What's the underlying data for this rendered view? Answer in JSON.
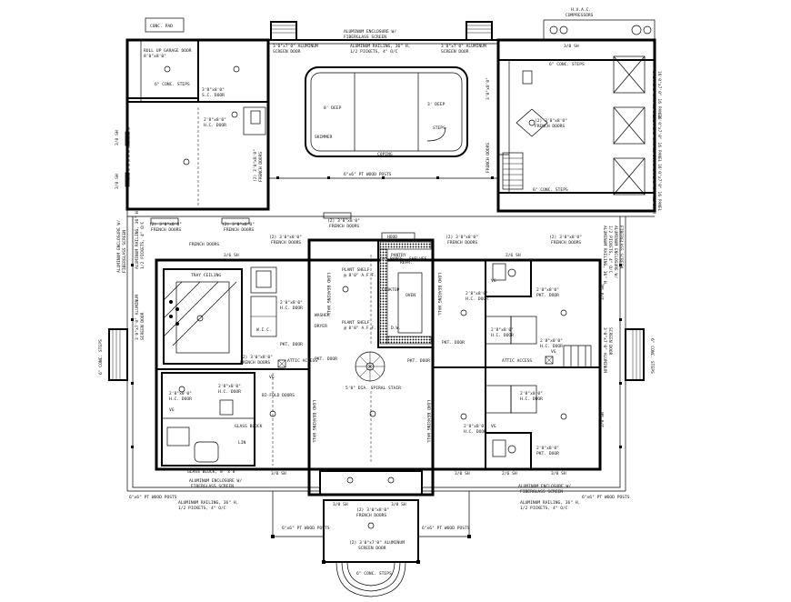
{
  "labels": {
    "conc_pad": "CONC. PAD",
    "hvac": "H.V.A.C.",
    "compressors": "COMPRESSORS",
    "roll_up_door": "ROLL UP GARAGE DOOR",
    "roll_up_size": "8'0\"x8'0\"",
    "conc_steps_6": "6\" CONC. STEPS",
    "sc_door": "S.C. DOOR",
    "hc_door": "H.C. DOOR",
    "sc_door_size": "3'0\"x8'0\"",
    "hc_door_size": "2'8\"x8'0\"",
    "al_screen_top": "ALUMINUM ENCLOSURE W/",
    "fiberglass_screen": "FIBERGLASS SCREEN",
    "al_railing_top": "ALUMINUM RAILING, 36\" H,",
    "pickets": "1/2 PICKETS, 4\" O/C",
    "al_screen_door": "3'0\"x7'0\" ALUMINUM",
    "screen_door": "SCREEN DOOR",
    "deep8": "8' DEEP",
    "deep3": "3' DEEP",
    "skimmer": "SKIMMER",
    "steps": "STEPS",
    "coping": "COPING",
    "wood_posts": "6\"x6\" PT WOOD POSTS",
    "garage_door": "OVERHEAD GARAGE DOOR",
    "garage_door_size": "16'0\"x7'0\" 16 PANEL",
    "french_doors": "FRENCH DOORS",
    "french_size": "(2) 3'0\"x8'0\"",
    "tray_ceiling": "TRAY CEILING",
    "plant_shelf": "PLANT SHELF",
    "plant_shelf_aff": "@ 8'0\" A.F.F.",
    "cooktop": "COOKTOP",
    "oven": "OVEN",
    "washer": "WASHER",
    "dryer": "DRYER",
    "attic_access": "ATTIC ACCESS",
    "pkt_door": "PKT. DOOR",
    "bifold_doors": "BI-FOLD DOORS",
    "spiral_stair": "5'0\" DIA. SPIRAL STAIR",
    "load_bearing_wall": "LOAD BEARING WALL",
    "glass_block": "GLASS BLOCK, 8\" x 8\"",
    "glass_block_short": "GLASS BLOCK",
    "al_screen_bottom": "ALUMINUM ENCLOSURE W/",
    "al_railing_bottom": "ALUMINUM RAILING, 36\" H,",
    "front_screen_door": "(2) 3'0\"x7'0\" ALUMINUM",
    "front_screen_door2": "SCREEN DOOR",
    "conc_steps_bottom": "6\" CONC. STEPS",
    "front_french": "(2) 3'0\"x8'0\"",
    "front_french2": "FRENCH DOORS",
    "sh_36": "3/6 SH",
    "sh_30": "3/0 SH",
    "sh_26": "2/6 SH",
    "vg": "VG",
    "lin": "LIN",
    "wic": "W.I.C.",
    "pantry": "PANTRY",
    "refr": "REFR.",
    "dw": "D.W.",
    "hood": "HOOD",
    "gas_range": "GAS RANGE",
    "shelves": "SHELVES"
  }
}
